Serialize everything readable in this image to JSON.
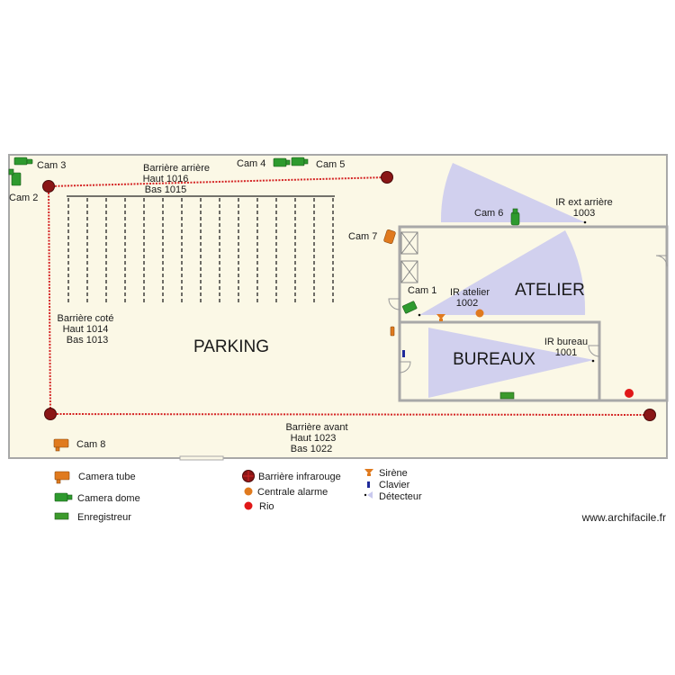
{
  "areas": {
    "parking": "PARKING",
    "atelier": "ATELIER",
    "bureaux": "BUREAUX"
  },
  "cameras": {
    "cam1": "Cam 1",
    "cam2": "Cam 2",
    "cam3": "Cam 3",
    "cam4": "Cam 4",
    "cam5": "Cam 5",
    "cam6": "Cam 6",
    "cam7": "Cam 7",
    "cam8": "Cam 8"
  },
  "barriers": {
    "rear": {
      "title": "Barrière arrière",
      "high": "Haut 1016",
      "low": "Bas 1015"
    },
    "side": {
      "title": "Barrière coté",
      "high": "Haut 1014",
      "low": "Bas 1013"
    },
    "front": {
      "title": "Barrière avant",
      "high": "Haut 1023",
      "low": "Bas 1022"
    }
  },
  "detectors": {
    "ext_rear": {
      "title": "IR ext arrière",
      "id": "1003"
    },
    "atelier": {
      "title": "IR atelier",
      "id": "1002"
    },
    "bureau": {
      "title": "IR bureau",
      "id": "1001"
    }
  },
  "legend": {
    "camera_tube": "Camera tube",
    "camera_dome": "Camera dome",
    "recorder": "Enregistreur",
    "ir_barrier": "Barrière infrarouge",
    "alarm_panel": "Centrale alarme",
    "rio": "Rio",
    "siren": "Sirène",
    "keypad": "Clavier",
    "detector": "Détecteur"
  },
  "watermark": "www.archifacile.fr",
  "colors": {
    "ground": "#fbf8e6",
    "wall": "#a8a8a8",
    "barrier": "#d42424",
    "barrier_post": "#8a1616",
    "dome_camera": "#2e9a2e",
    "tube_camera": "#e07a1e",
    "coverage": "#c9c9ee",
    "rio": "#e01818",
    "keypad": "#1f2a9a",
    "recorder": "#3c9a2c"
  }
}
